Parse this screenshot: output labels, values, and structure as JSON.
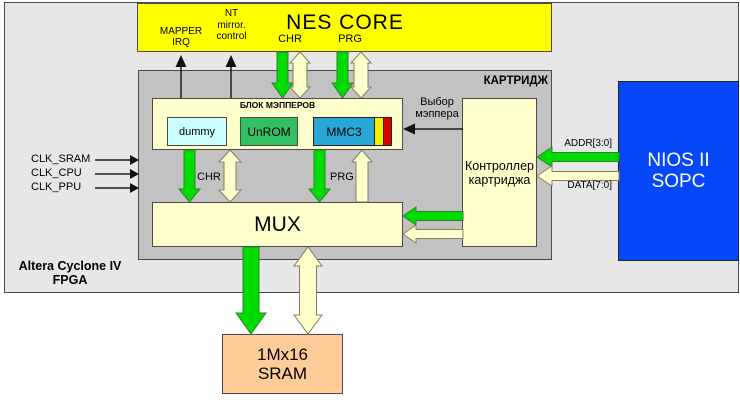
{
  "fpga": {
    "label": "Altera Cyclone IV\nFPGA"
  },
  "nes_core": {
    "title": "NES CORE",
    "mapper_irq_label": "MAPPER\nIRQ",
    "nt_mirror_label": "NT\nmirror.\ncontrol",
    "chr_label": "CHR",
    "prg_label": "PRG"
  },
  "cartridge": {
    "title": "КАРТРИДЖ",
    "mappers_block": {
      "title": "БЛОК МЭППЕРОВ",
      "mappers": [
        "dummy",
        "UnROM",
        "MMC3"
      ]
    },
    "mapper_select_label": "Выбор\nмэппера",
    "chr_label": "CHR",
    "prg_label": "PRG",
    "mux_label": "MUX",
    "controller_label": "Контроллер\nкартриджа"
  },
  "clocks": [
    "CLK_SRAM",
    "CLK_CPU",
    "CLK_PPU"
  ],
  "nios": {
    "label": "NIOS II\nSOPC",
    "addr_label": "ADDR[3:0]",
    "data_label": "DATA[7:0]"
  },
  "sram": {
    "label": "1Mx16\nSRAM"
  },
  "colors": {
    "fpga_bg": "#e7e7e7",
    "cartridge_bg": "#c2c2c2",
    "nes_core_bg": "#ffff00",
    "block_bg": "#ffffcc",
    "dummy_bg": "#ccffff",
    "unrom_bg": "#33bf63",
    "mmc3_bg": "#29a8d8",
    "mmc3_stripe_yellow": "#f0f000",
    "mmc3_stripe_red": "#d90000",
    "nios_bg": "#0747fa",
    "sram_bg": "#ffcc99",
    "arrow_green": "#00dc00",
    "arrow_cream": "#ffffcc"
  }
}
